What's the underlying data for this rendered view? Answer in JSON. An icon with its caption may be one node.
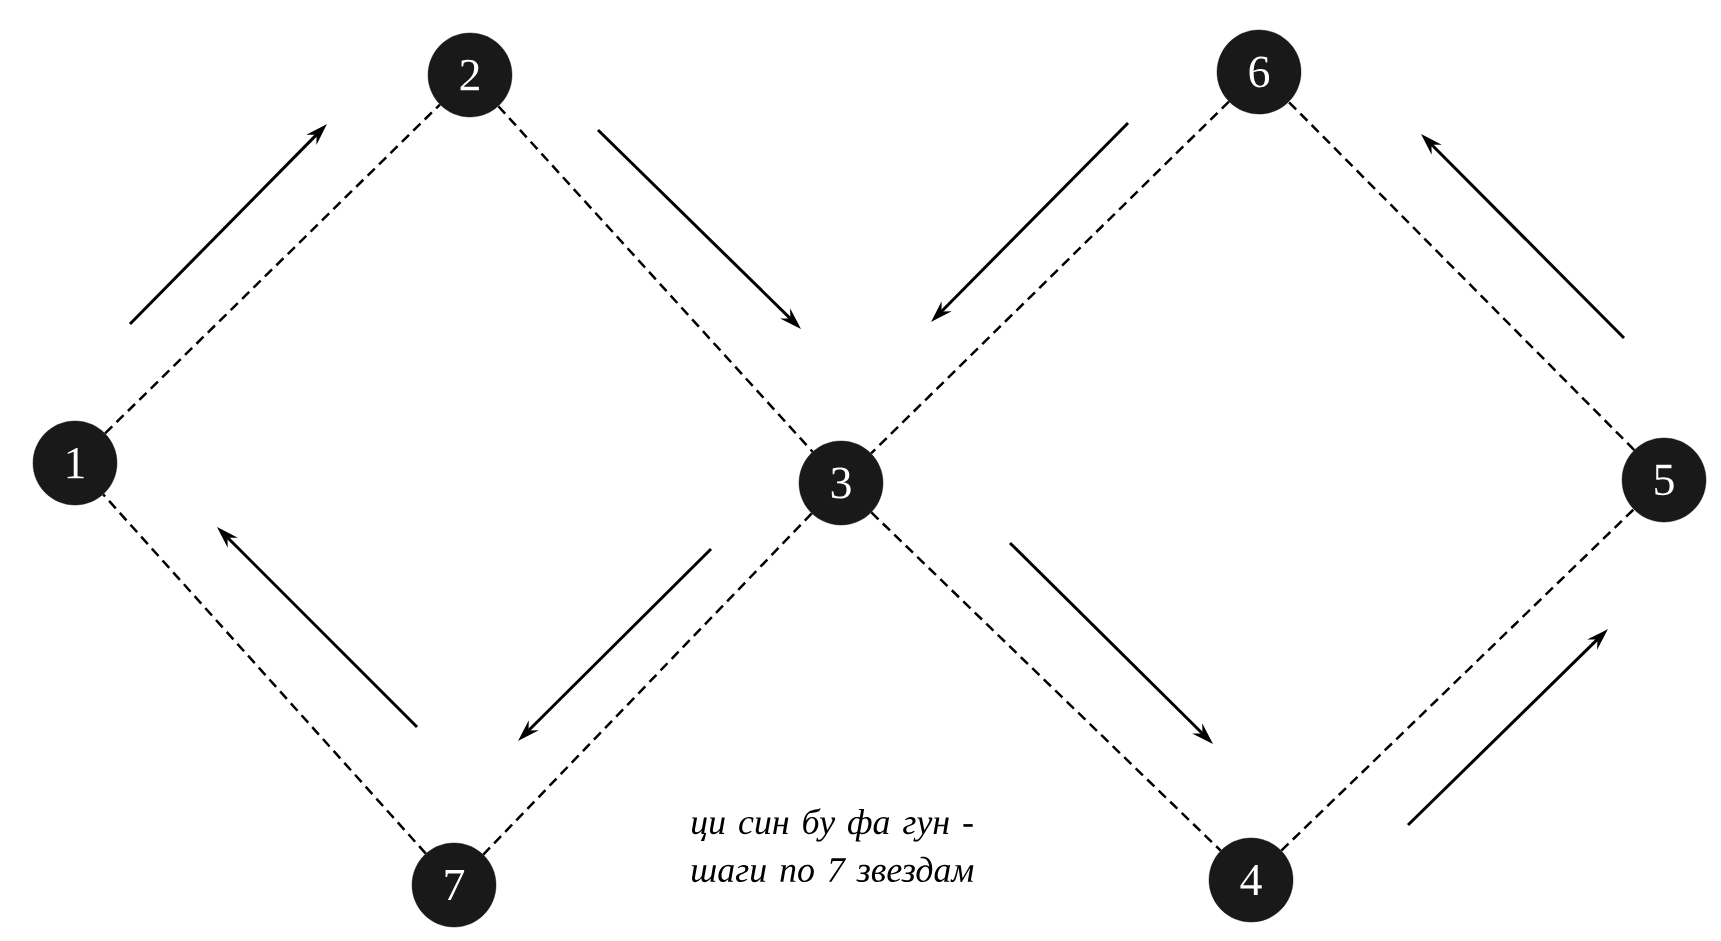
{
  "diagram": {
    "nodes": [
      {
        "text": [
          "1"
        ]
      },
      {
        "text": [
          "2"
        ]
      },
      {
        "text": [
          "3"
        ]
      },
      {
        "text": [
          "4"
        ]
      },
      {
        "text": [
          "5"
        ]
      },
      {
        "text": [
          "6"
        ]
      },
      {
        "text": [
          "7"
        ]
      }
    ],
    "edges": [
      {
        "from": 0,
        "to": 1,
        "arrow": "none",
        "style": "dashed"
      },
      {
        "from": 1,
        "to": 2,
        "arrow": "none",
        "style": "dashed"
      },
      {
        "from": 5,
        "to": 2,
        "arrow": "none",
        "style": "dashed"
      },
      {
        "from": 4,
        "to": 5,
        "arrow": "none",
        "style": "dashed"
      },
      {
        "from": 3,
        "to": 4,
        "arrow": "none",
        "style": "dashed"
      },
      {
        "from": 2,
        "to": 3,
        "arrow": "none",
        "style": "dashed"
      },
      {
        "from": 2,
        "to": 6,
        "arrow": "none",
        "style": "dashed"
      },
      {
        "from": 6,
        "to": 0,
        "arrow": "none",
        "style": "dashed"
      }
    ],
    "labels": [
      "*ци син бу фа гун - шаги по 7 звездам*"
    ]
  }
}
